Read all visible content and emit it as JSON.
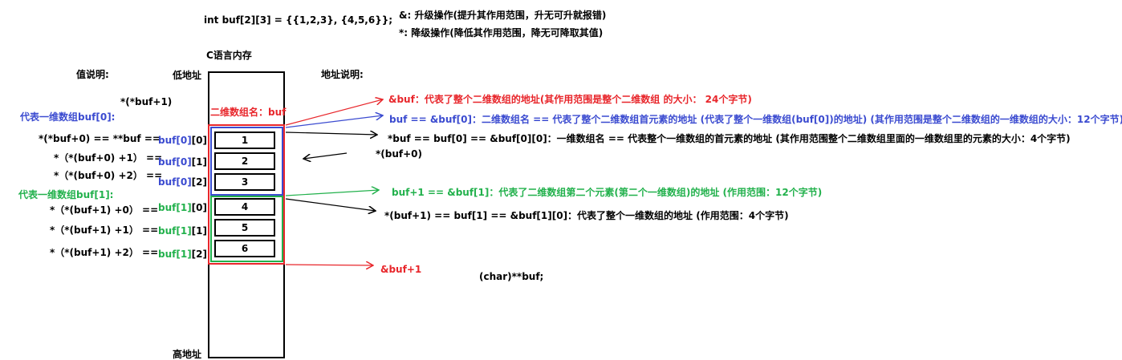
{
  "code": "int buf[2][3] = {{1,2,3}, {4,5,6}};",
  "legend": {
    "amp": "&:  升级操作(提升其作用范围，升无可升就报错)",
    "star": "*:   降级操作(降低其作用范围，降无可降取其值)"
  },
  "memory_title": "C语言内存",
  "low_addr": "低地址",
  "high_addr": "高地址",
  "value_title": "值说明:",
  "addr_title": "地址说明:",
  "array_name_label": "二维数组名：buf",
  "cells": [
    "1",
    "2",
    "3",
    "4",
    "5",
    "6"
  ],
  "values": {
    "star_buf_plus1": "*(*buf+1)",
    "row0_title": "代表一维数组buf[0]:",
    "row1_title": "代表一维数组buf[1]:",
    "v00_expr": "*(*buf+0) == **buf  ==",
    "v00_buf": "buf[0]",
    "v00_idx": "[0]",
    "v01_expr": "*（*(buf+0) +1）  ==",
    "v01_buf": "buf[0]",
    "v01_idx": "[1]",
    "v02_expr": "*（*(buf+0) +2）  ==",
    "v02_buf": "buf[0]",
    "v02_idx": "[2]",
    "v10_expr": "*（*(buf+1) +0）  ==",
    "v10_buf": "buf[1]",
    "v10_idx": "[0]",
    "v11_expr": "*（*(buf+1) +1）  ==",
    "v11_buf": "buf[1]",
    "v11_idx": "[1]",
    "v12_expr": "*（*(buf+1) +2）  ==",
    "v12_buf": "buf[1]",
    "v12_idx": "[2]"
  },
  "addresses": {
    "amp_buf": "&buf：代表了整个二维数组的地址(其作用范围是整个二维数组 的大小： 24个字节)",
    "buf": "buf == &buf[0]：二维数组名 == 代表了整个二维数组首元素的地址 (代表了整个一维数组(buf[0])的地址) (其作用范围是整个二维数组的一维数组的大小：12个字节)",
    "star_buf": "*buf == buf[0] == &buf[0][0]：一维数组名 == 代表整个一维数组的首元素的地址  (其作用范围整个二维数组里面的一维数组里的元素的大小：4个字节)",
    "star_buf0": "*(buf+0)",
    "buf_plus1": "buf+1 == &buf[1]：代表了二维数组第二个元素(第二个一维数组)的地址 (作用范围：12个字节)",
    "star_buf_plus1": "*(buf+1)  ==   buf[1] == &buf[1][0]：代表了整个一维数组的地址 (作用范围：4个字节)",
    "amp_buf_plus1": "&buf+1",
    "char_cast": "(char)**buf;"
  },
  "colors": {
    "red": "#e8262b",
    "blue": "#3b4bd0",
    "green": "#22b14c",
    "black": "#000000"
  }
}
